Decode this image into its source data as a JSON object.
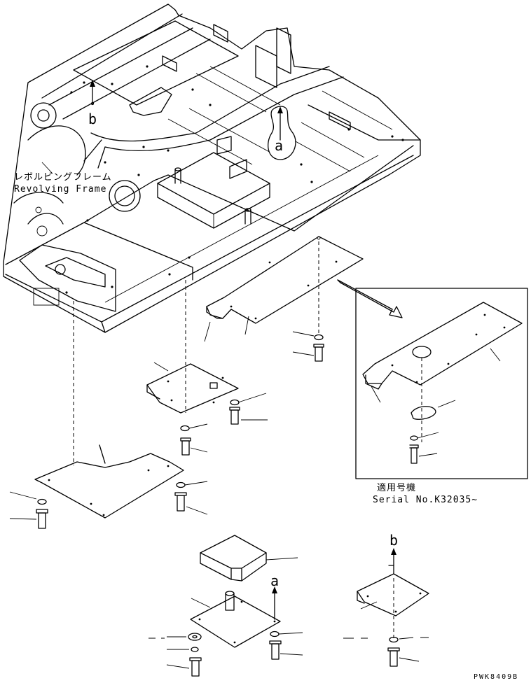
{
  "frame_label": {
    "jp": "レボルビングフレーム",
    "en": "Revolving Frame"
  },
  "inset_label": {
    "jp": "適用号機",
    "en": "Serial No.K32035~"
  },
  "markers": {
    "a": "a",
    "b": "b"
  },
  "drawing_code": "PWK8409B"
}
